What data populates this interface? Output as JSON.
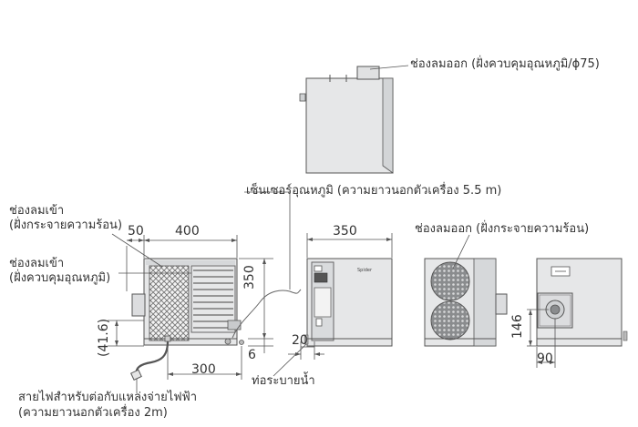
{
  "labels": {
    "top_outlet": "ช่องลมออก (ฝั่งควบคุมอุณหภูมิ/ϕ75)",
    "sensor": "เซ็นเซอร์อุณหภูมิ (ความยาวนอกตัวเครื่อง 5.5 m)",
    "inlet_heat_1": "ช่องลมเข้า",
    "inlet_heat_2": "(ฝั่งกระจายความร้อน)",
    "inlet_ctrl_1": "ช่องลมเข้า",
    "inlet_ctrl_2": "(ฝั่งควบคุมอุณหภูมิ)",
    "outlet_heat": "ช่องลมออก (ฝั่งกระจายความร้อน)",
    "drain": "ท่อระบายน้ำ",
    "power_1": "สายไฟสำหรับต่อกับแหล่งจ่ายไฟฟ้า",
    "power_2": "(ความยาวนอกตัวเครื่อง 2m)"
  },
  "dimensions": {
    "d50": "50",
    "d400": "400",
    "d350_height": "350",
    "d350_depth": "350",
    "d41_6": "(41.6)",
    "d6": "6",
    "d300": "300",
    "d20": "20",
    "d146": "146",
    "d90": "90"
  },
  "panel_text": "Spider",
  "colors": {
    "line": "#555555",
    "body_fill": "#e8e9ea",
    "body_shade": "#d6d8da",
    "grille": "#666666"
  }
}
